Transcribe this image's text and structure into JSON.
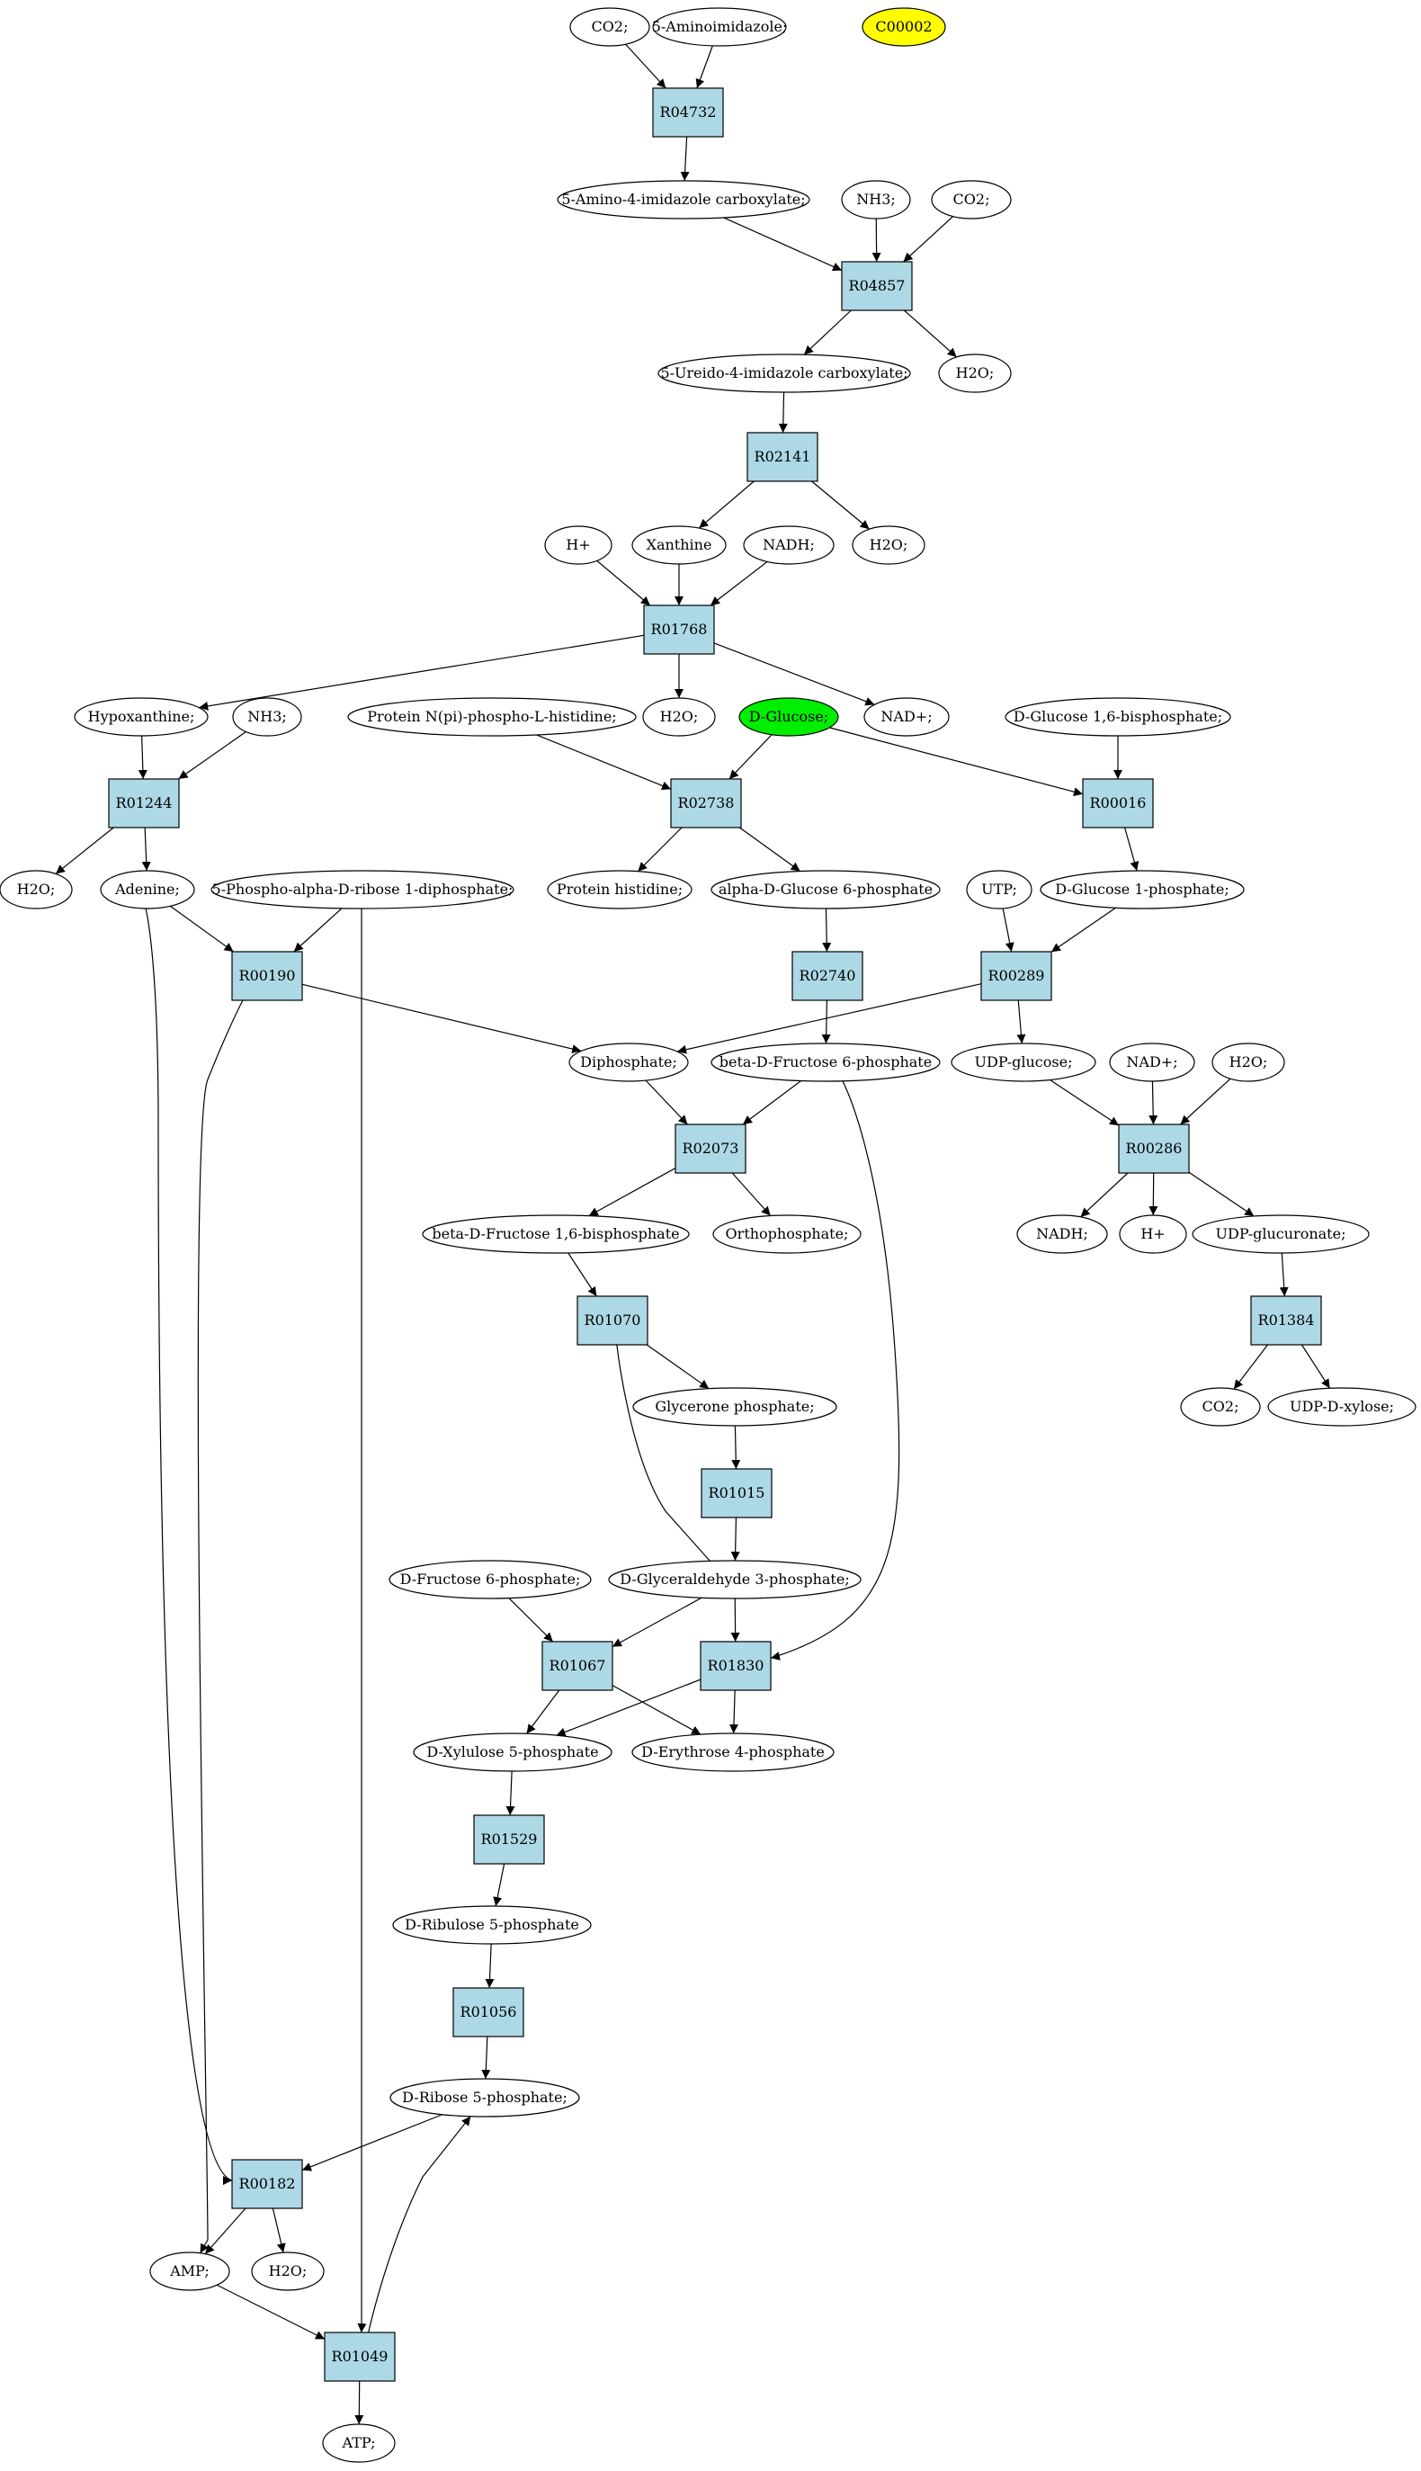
{
  "graph": {
    "reactions": [
      {
        "id": "R04732",
        "label": "R04732"
      },
      {
        "id": "R04857",
        "label": "R04857"
      },
      {
        "id": "R02141",
        "label": "R02141"
      },
      {
        "id": "R01768",
        "label": "R01768"
      },
      {
        "id": "R01244",
        "label": "R01244"
      },
      {
        "id": "R02738",
        "label": "R02738"
      },
      {
        "id": "R00016",
        "label": "R00016"
      },
      {
        "id": "R00190",
        "label": "R00190"
      },
      {
        "id": "R02740",
        "label": "R02740"
      },
      {
        "id": "R00289",
        "label": "R00289"
      },
      {
        "id": "R02073",
        "label": "R02073"
      },
      {
        "id": "R00286",
        "label": "R00286"
      },
      {
        "id": "R01070",
        "label": "R01070"
      },
      {
        "id": "R01384",
        "label": "R01384"
      },
      {
        "id": "R01015",
        "label": "R01015"
      },
      {
        "id": "R01067",
        "label": "R01067"
      },
      {
        "id": "R01830",
        "label": "R01830"
      },
      {
        "id": "R01529",
        "label": "R01529"
      },
      {
        "id": "R01056",
        "label": "R01056"
      },
      {
        "id": "R00182",
        "label": "R00182"
      },
      {
        "id": "R01049",
        "label": "R01049"
      }
    ],
    "compounds": [
      {
        "id": "co2_a",
        "label": "CO2;"
      },
      {
        "id": "aminoimid",
        "label": "5-Aminoimidazole;"
      },
      {
        "id": "c00002",
        "label": "C00002",
        "fill": "#ffff00"
      },
      {
        "id": "amino4",
        "label": "5-Amino-4-imidazole carboxylate;"
      },
      {
        "id": "nh3_a",
        "label": "NH3;"
      },
      {
        "id": "co2_b",
        "label": "CO2;"
      },
      {
        "id": "ureido",
        "label": "5-Ureido-4-imidazole carboxylate;"
      },
      {
        "id": "h2o_a",
        "label": "H2O;"
      },
      {
        "id": "hplus_a",
        "label": "H+"
      },
      {
        "id": "xanthine",
        "label": "Xanthine"
      },
      {
        "id": "nadh_a",
        "label": "NADH;"
      },
      {
        "id": "h2o_b",
        "label": "H2O;"
      },
      {
        "id": "hypox",
        "label": "Hypoxanthine;"
      },
      {
        "id": "nh3_b",
        "label": "NH3;"
      },
      {
        "id": "h2o_c",
        "label": "H2O;"
      },
      {
        "id": "dglucose",
        "label": "D-Glucose;",
        "fill": "#00ee00"
      },
      {
        "id": "nadp_a",
        "label": "NAD+;"
      },
      {
        "id": "protnpi",
        "label": "Protein N(pi)-phospho-L-histidine;"
      },
      {
        "id": "glc16bp",
        "label": "D-Glucose 1,6-bisphosphate;"
      },
      {
        "id": "h2o_d",
        "label": "H2O;"
      },
      {
        "id": "adenine",
        "label": "Adenine;"
      },
      {
        "id": "prpp",
        "label": "5-Phospho-alpha-D-ribose 1-diphosphate;"
      },
      {
        "id": "prothis",
        "label": "Protein histidine;"
      },
      {
        "id": "ag6p",
        "label": "alpha-D-Glucose 6-phosphate"
      },
      {
        "id": "utp",
        "label": "UTP;"
      },
      {
        "id": "g1p",
        "label": "D-Glucose 1-phosphate;"
      },
      {
        "id": "diphos",
        "label": "Diphosphate;"
      },
      {
        "id": "bf6p",
        "label": "beta-D-Fructose 6-phosphate"
      },
      {
        "id": "udpglc",
        "label": "UDP-glucose;"
      },
      {
        "id": "nadp_b",
        "label": "NAD+;"
      },
      {
        "id": "h2o_e",
        "label": "H2O;"
      },
      {
        "id": "bf16bp",
        "label": "beta-D-Fructose 1,6-bisphosphate"
      },
      {
        "id": "orthop",
        "label": "Orthophosphate;"
      },
      {
        "id": "nadh_b",
        "label": "NADH;"
      },
      {
        "id": "hplus_b",
        "label": "H+"
      },
      {
        "id": "udpglcu",
        "label": "UDP-glucuronate;"
      },
      {
        "id": "glycp",
        "label": "Glycerone phosphate;"
      },
      {
        "id": "co2_c",
        "label": "CO2;"
      },
      {
        "id": "udpxyl",
        "label": "UDP-D-xylose;"
      },
      {
        "id": "df6p",
        "label": "D-Fructose 6-phosphate;"
      },
      {
        "id": "g3p",
        "label": "D-Glyceraldehyde 3-phosphate;"
      },
      {
        "id": "x5p",
        "label": "D-Xylulose 5-phosphate"
      },
      {
        "id": "e4p",
        "label": "D-Erythrose 4-phosphate"
      },
      {
        "id": "ru5p",
        "label": "D-Ribulose 5-phosphate"
      },
      {
        "id": "r5p",
        "label": "D-Ribose 5-phosphate;"
      },
      {
        "id": "amp",
        "label": "AMP;"
      },
      {
        "id": "h2o_f",
        "label": "H2O;"
      },
      {
        "id": "atp",
        "label": "ATP;"
      }
    ],
    "edges": [
      [
        "co2_a",
        "R04732"
      ],
      [
        "aminoimid",
        "R04732"
      ],
      [
        "R04732",
        "amino4"
      ],
      [
        "amino4",
        "R04857"
      ],
      [
        "nh3_a",
        "R04857"
      ],
      [
        "co2_b",
        "R04857"
      ],
      [
        "R04857",
        "ureido"
      ],
      [
        "R04857",
        "h2o_a"
      ],
      [
        "ureido",
        "R02141"
      ],
      [
        "R02141",
        "xanthine"
      ],
      [
        "R02141",
        "h2o_b"
      ],
      [
        "hplus_a",
        "R01768"
      ],
      [
        "xanthine",
        "R01768"
      ],
      [
        "nadh_a",
        "R01768"
      ],
      [
        "R01768",
        "hypox"
      ],
      [
        "R01768",
        "h2o_c"
      ],
      [
        "R01768",
        "nadp_a"
      ],
      [
        "hypox",
        "R01244"
      ],
      [
        "nh3_b",
        "R01244"
      ],
      [
        "R01244",
        "h2o_d"
      ],
      [
        "R01244",
        "adenine"
      ],
      [
        "protnpi",
        "R02738"
      ],
      [
        "dglucose",
        "R02738"
      ],
      [
        "R02738",
        "prothis"
      ],
      [
        "R02738",
        "ag6p"
      ],
      [
        "dglucose",
        "R00016"
      ],
      [
        "glc16bp",
        "R00016"
      ],
      [
        "R00016",
        "g1p"
      ],
      [
        "adenine",
        "R00190"
      ],
      [
        "prpp",
        "R00190"
      ],
      [
        "R00190",
        "diphos"
      ],
      [
        "R00190",
        "amp"
      ],
      [
        "ag6p",
        "R02740"
      ],
      [
        "R02740",
        "bf6p"
      ],
      [
        "utp",
        "R00289"
      ],
      [
        "g1p",
        "R00289"
      ],
      [
        "R00289",
        "diphos"
      ],
      [
        "R00289",
        "udpglc"
      ],
      [
        "diphos",
        "R02073"
      ],
      [
        "bf6p",
        "R02073"
      ],
      [
        "R02073",
        "bf16bp"
      ],
      [
        "R02073",
        "orthop"
      ],
      [
        "udpglc",
        "R00286"
      ],
      [
        "nadp_b",
        "R00286"
      ],
      [
        "h2o_e",
        "R00286"
      ],
      [
        "R00286",
        "nadh_b"
      ],
      [
        "R00286",
        "hplus_b"
      ],
      [
        "R00286",
        "udpglcu"
      ],
      [
        "bf16bp",
        "R01070"
      ],
      [
        "R01070",
        "glycp"
      ],
      [
        "R01070",
        "g3p"
      ],
      [
        "udpglcu",
        "R01384"
      ],
      [
        "R01384",
        "co2_c"
      ],
      [
        "R01384",
        "udpxyl"
      ],
      [
        "glycp",
        "R01015"
      ],
      [
        "R01015",
        "g3p"
      ],
      [
        "df6p",
        "R01067"
      ],
      [
        "g3p",
        "R01067"
      ],
      [
        "R01067",
        "x5p"
      ],
      [
        "R01067",
        "e4p"
      ],
      [
        "g3p",
        "R01830"
      ],
      [
        "bf6p",
        "R01830"
      ],
      [
        "R01830",
        "x5p"
      ],
      [
        "R01830",
        "e4p"
      ],
      [
        "x5p",
        "R01529"
      ],
      [
        "R01529",
        "ru5p"
      ],
      [
        "ru5p",
        "R01056"
      ],
      [
        "R01056",
        "r5p"
      ],
      [
        "r5p",
        "R00182"
      ],
      [
        "adenine",
        "R00182"
      ],
      [
        "R00182",
        "amp"
      ],
      [
        "R00182",
        "h2o_f"
      ],
      [
        "amp",
        "R01049"
      ],
      [
        "prpp",
        "R01049"
      ],
      [
        "R01049",
        "r5p"
      ],
      [
        "R01049",
        "atp"
      ]
    ]
  }
}
